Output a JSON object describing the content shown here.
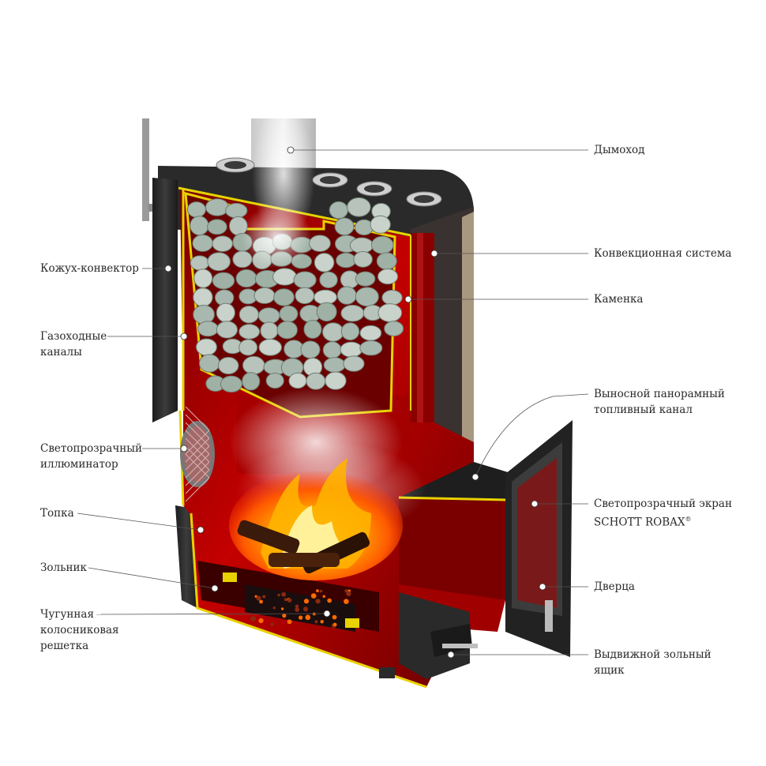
{
  "labels_left": [
    {
      "id": "kozhuh",
      "lines": [
        "Кожух-конвектор"
      ]
    },
    {
      "id": "gazohod",
      "lines": [
        "Газоходные",
        "каналы"
      ]
    },
    {
      "id": "illum",
      "lines": [
        "Светопрозрачный",
        "иллюминатор"
      ]
    },
    {
      "id": "topka",
      "lines": [
        "Топка"
      ]
    },
    {
      "id": "zolnik",
      "lines": [
        "Зольник"
      ]
    },
    {
      "id": "reshetka",
      "lines": [
        "Чугунная",
        "колосниковая",
        "решетка"
      ]
    }
  ],
  "labels_right": [
    {
      "id": "dymohod",
      "lines": [
        "Дымоход"
      ]
    },
    {
      "id": "konvek",
      "lines": [
        "Конвекционная система"
      ]
    },
    {
      "id": "kamenka",
      "lines": [
        "Каменка"
      ]
    },
    {
      "id": "kanal",
      "lines": [
        "Выносной панорамный",
        "топливный канал"
      ]
    },
    {
      "id": "ekran",
      "lines": [
        "Светопрозрачный экран",
        "SCHOTT ROBAX"
      ],
      "sup": "®"
    },
    {
      "id": "dverca",
      "lines": [
        "Дверца"
      ]
    },
    {
      "id": "yashik",
      "lines": [
        "Выдвижной зольный",
        "ящик"
      ]
    }
  ],
  "colors": {
    "firebox_red": "#b00000",
    "firebox_dark": "#5a0000",
    "steel": "#2b2b2b",
    "trim_yellow": "#e8d200",
    "stone": "#b8c4bb",
    "flame": "#ff9a00",
    "leader": "#555555"
  }
}
